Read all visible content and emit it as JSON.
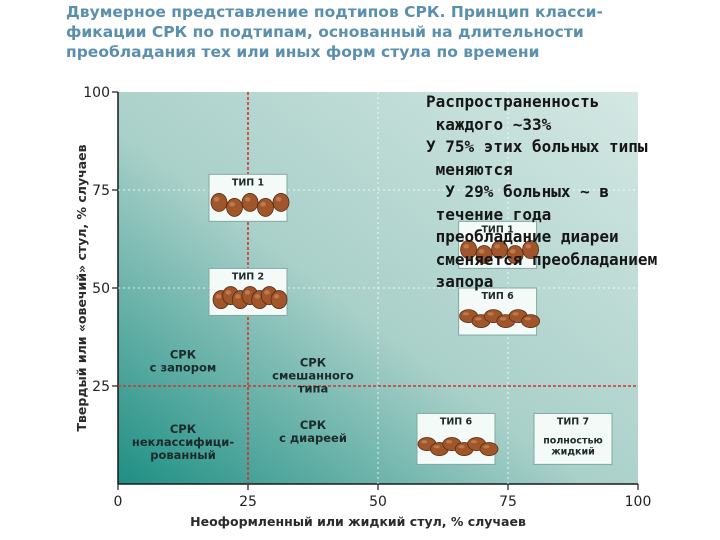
{
  "title": "Двумерное представление подтипов СРК. Принцип класси-\nфикации СРК по подтипам, основанный на длительности\nпреобладания тех или иных форм стула по времени",
  "overlay_lines": [
    "Распространенность",
    " каждого ~33%",
    "У 75% этих больных типы",
    " меняются",
    "  У 29% больных ~ в",
    " течение года",
    " преобладание диареи",
    " сменяется преобладанием",
    " запора"
  ],
  "colors": {
    "title": "#5b8fae",
    "bg_light": "#d4e7e3",
    "bg_mid": "#a9d0c9",
    "bg_dark": "#1e8f84",
    "threshold_line": "#d0342c",
    "stool": "#a0552a"
  },
  "chart_data": {
    "type": "scatter",
    "xlabel": "Неоформленный или жидкий стул, % случаев",
    "ylabel": "Твердый или «овечий» стул, % случаев",
    "xlim": [
      0,
      100
    ],
    "ylim": [
      0,
      100
    ],
    "x_ticks": [
      0,
      25,
      50,
      75,
      100
    ],
    "y_ticks": [
      0,
      25,
      50,
      75,
      100
    ],
    "threshold_lines": {
      "x": 25,
      "y": 25
    },
    "regions": [
      {
        "label": "СРК\nс запором",
        "x": 12.5,
        "y": 32
      },
      {
        "label": "СРК\nсмешанного\nтипа",
        "x": 37.5,
        "y": 30
      },
      {
        "label": "СРК\nнеклассифици-\nрованный",
        "x": 12.5,
        "y": 13
      },
      {
        "label": "СРК\nс диареей",
        "x": 37.5,
        "y": 14
      }
    ],
    "stool_boxes": [
      {
        "label": "ТИП 1",
        "x0": 10,
        "x1": 40,
        "y0": 67,
        "y1": 79,
        "stones": 5
      },
      {
        "label": "ТИП 2",
        "x0": 10,
        "x1": 40,
        "y0": 43,
        "y1": 55,
        "stones": 1
      },
      {
        "label": "ТИП 1",
        "x0": 58,
        "x1": 88,
        "y0": 55,
        "y1": 67,
        "stones": 5
      },
      {
        "label": "ТИП 6",
        "x0": 58,
        "x1": 88,
        "y0": 38,
        "y1": 50,
        "stones": 6
      },
      {
        "label": "ТИП 6",
        "x0": 50,
        "x1": 80,
        "y0": 5,
        "y1": 18,
        "stones": 6
      },
      {
        "label": "ТИП 7",
        "x0": 75,
        "x1": 100,
        "y0": 5,
        "y1": 18,
        "stones": 0,
        "sub": "полностью\nжидкий"
      }
    ]
  }
}
